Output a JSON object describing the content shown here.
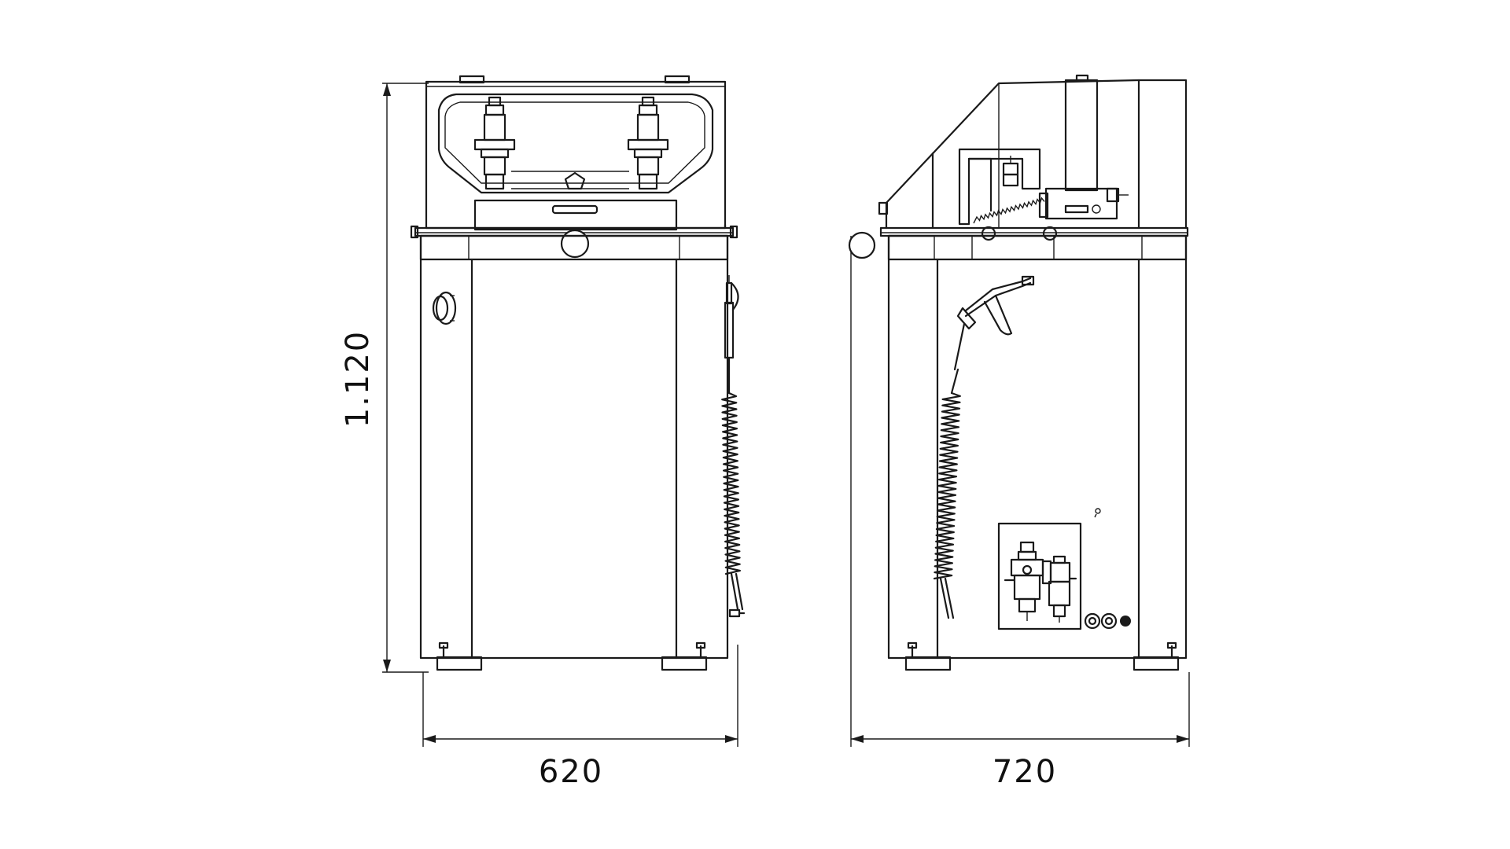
{
  "dimensions": {
    "height": "1.120",
    "front_width": "620",
    "side_depth": "720"
  },
  "colors": {
    "line": "#1a1a1a",
    "background": "#ffffff"
  }
}
